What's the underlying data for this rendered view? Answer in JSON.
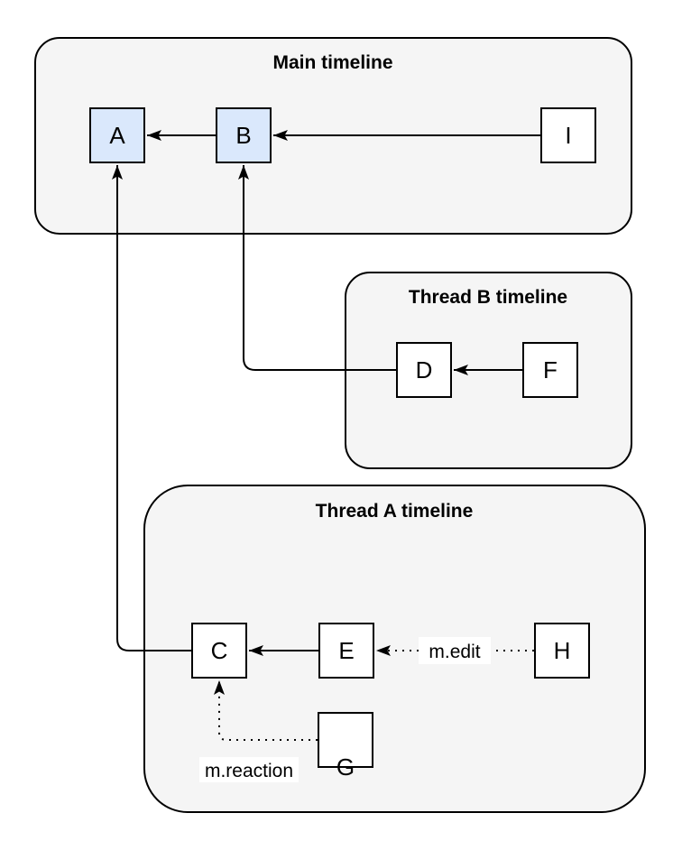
{
  "diagram": {
    "description": "Event DAG showing a main timeline and two thread timelines",
    "containers": [
      {
        "id": "main",
        "title": "Main timeline"
      },
      {
        "id": "thread-b",
        "title": "Thread B timeline"
      },
      {
        "id": "thread-a",
        "title": "Thread A timeline"
      }
    ],
    "nodes": {
      "A": {
        "label": "A",
        "container": "main",
        "highlighted": true
      },
      "B": {
        "label": "B",
        "container": "main",
        "highlighted": true
      },
      "I": {
        "label": "I",
        "container": "main",
        "highlighted": false
      },
      "D": {
        "label": "D",
        "container": "thread-b",
        "highlighted": false
      },
      "F": {
        "label": "F",
        "container": "thread-b",
        "highlighted": false
      },
      "C": {
        "label": "C",
        "container": "thread-a",
        "highlighted": false
      },
      "E": {
        "label": "E",
        "container": "thread-a",
        "highlighted": false
      },
      "H": {
        "label": "H",
        "container": "thread-a",
        "highlighted": false
      },
      "G": {
        "label": "G",
        "container": "thread-a",
        "highlighted": false
      }
    },
    "edges": [
      {
        "from": "B",
        "to": "A",
        "style": "solid",
        "label": ""
      },
      {
        "from": "I",
        "to": "B",
        "style": "solid",
        "label": ""
      },
      {
        "from": "D",
        "to": "B",
        "style": "solid",
        "label": ""
      },
      {
        "from": "F",
        "to": "D",
        "style": "solid",
        "label": ""
      },
      {
        "from": "C",
        "to": "A",
        "style": "solid",
        "label": ""
      },
      {
        "from": "E",
        "to": "C",
        "style": "solid",
        "label": ""
      },
      {
        "from": "H",
        "to": "E",
        "style": "dotted",
        "label": "m.edit"
      },
      {
        "from": "G",
        "to": "C",
        "style": "dotted",
        "label": "m.reaction"
      }
    ],
    "colors": {
      "container_fill": "#f5f5f5",
      "container_border": "#000000",
      "node_fill": "#ffffff",
      "node_highlight_fill": "#dae8fc",
      "node_border": "#000000",
      "edge_line": "#000000",
      "edge_label_bg": "#ffffff",
      "text": "#000000"
    }
  }
}
